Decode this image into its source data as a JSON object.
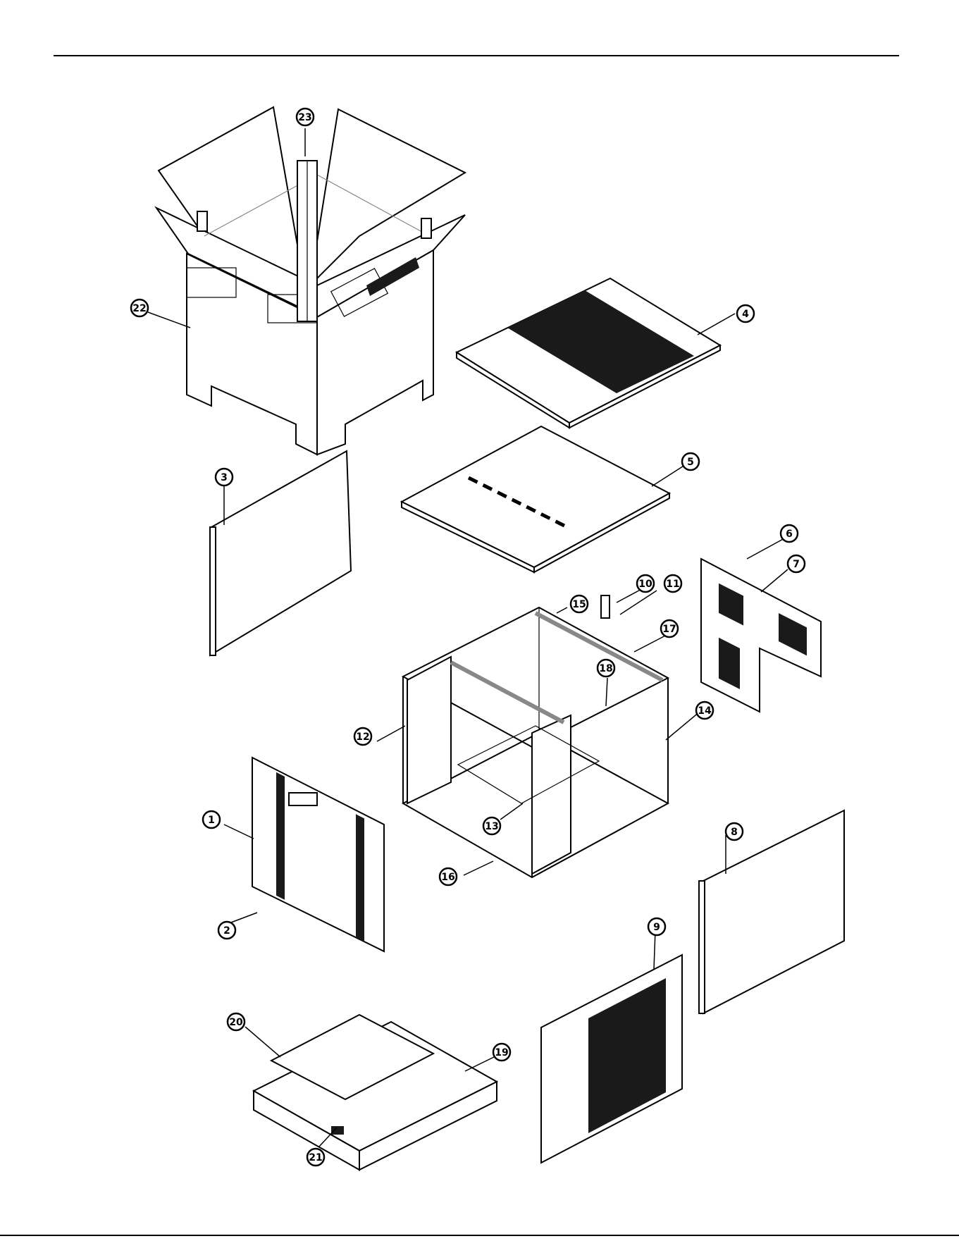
{
  "colors": {
    "ink": "#000000",
    "paper": "#ffffff",
    "callout_fill": "#ffffff"
  },
  "callouts": [
    {
      "id": "1",
      "label": "1"
    },
    {
      "id": "2",
      "label": "2"
    },
    {
      "id": "3",
      "label": "3"
    },
    {
      "id": "4",
      "label": "4"
    },
    {
      "id": "5",
      "label": "5"
    },
    {
      "id": "6",
      "label": "6"
    },
    {
      "id": "7",
      "label": "7"
    },
    {
      "id": "8",
      "label": "8"
    },
    {
      "id": "9",
      "label": "9"
    },
    {
      "id": "10",
      "label": "10"
    },
    {
      "id": "11",
      "label": "11"
    },
    {
      "id": "12",
      "label": "12"
    },
    {
      "id": "13",
      "label": "13"
    },
    {
      "id": "14",
      "label": "14"
    },
    {
      "id": "15",
      "label": "15"
    },
    {
      "id": "16",
      "label": "16"
    },
    {
      "id": "17",
      "label": "17"
    },
    {
      "id": "18",
      "label": "18"
    },
    {
      "id": "19",
      "label": "19"
    },
    {
      "id": "20",
      "label": "20"
    },
    {
      "id": "21",
      "label": "21"
    },
    {
      "id": "22",
      "label": "22"
    },
    {
      "id": "23",
      "label": "23"
    }
  ]
}
